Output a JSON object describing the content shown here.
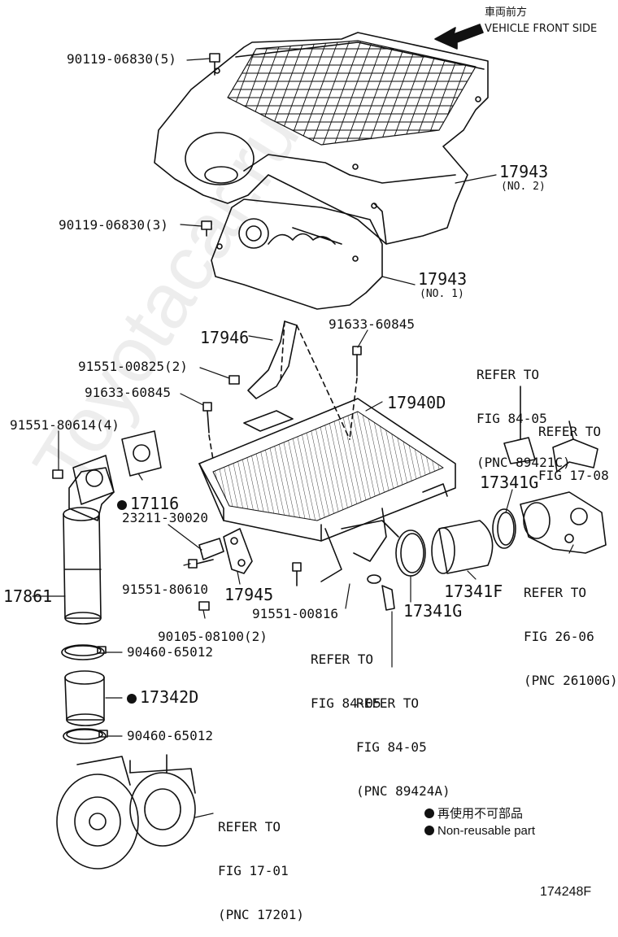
{
  "header": {
    "direction_jp": "車両前方",
    "direction_en": "VEHICLE FRONT SIDE"
  },
  "parts": {
    "p90119_5": "90119-06830(5)",
    "p17943_no2": "17943",
    "p17943_no2_sub": "(NO. 2)",
    "p90119_3": "90119-06830(3)",
    "p17943_no1": "17943",
    "p17943_no1_sub": "(NO. 1)",
    "p17946": "17946",
    "p91633_a": "91633-60845",
    "p91551_00825": "91551-00825(2)",
    "p91633_b": "91633-60845",
    "p17940d": "17940D",
    "p91551_80614": "91551-80614(4)",
    "p17116": "17116",
    "p23211": "23211-30020",
    "p17341g_a": "17341G",
    "p91551_80610": "91551-80610",
    "p17945": "17945",
    "p17861": "17861",
    "p91551_00816": "91551-00816",
    "p17341g_b": "17341G",
    "p17341f": "17341F",
    "p90105": "90105-08100(2)",
    "p90460_a": "90460-65012",
    "p17342d": "17342D",
    "p90460_b": "90460-65012"
  },
  "refs": {
    "r89421c": [
      "REFER TO",
      "FIG 84-05",
      "(PNC 89421C)"
    ],
    "r17_08": [
      "REFER TO",
      "FIG 17-08"
    ],
    "r26_06": [
      "REFER TO",
      "FIG 26-06",
      "(PNC 26100G)"
    ],
    "r84_05": [
      "REFER TO",
      "FIG 84-05"
    ],
    "r89424a": [
      "REFER TO",
      "FIG 84-05",
      "(PNC 89424A)"
    ],
    "r17201": [
      "REFER TO",
      "FIG 17-01",
      "(PNC 17201)"
    ]
  },
  "legend": {
    "jp": "再使用不可部品",
    "en": "Non-reusable part"
  },
  "footer": {
    "figure_id": "174248F"
  },
  "watermark": "Toyotacar.ru"
}
